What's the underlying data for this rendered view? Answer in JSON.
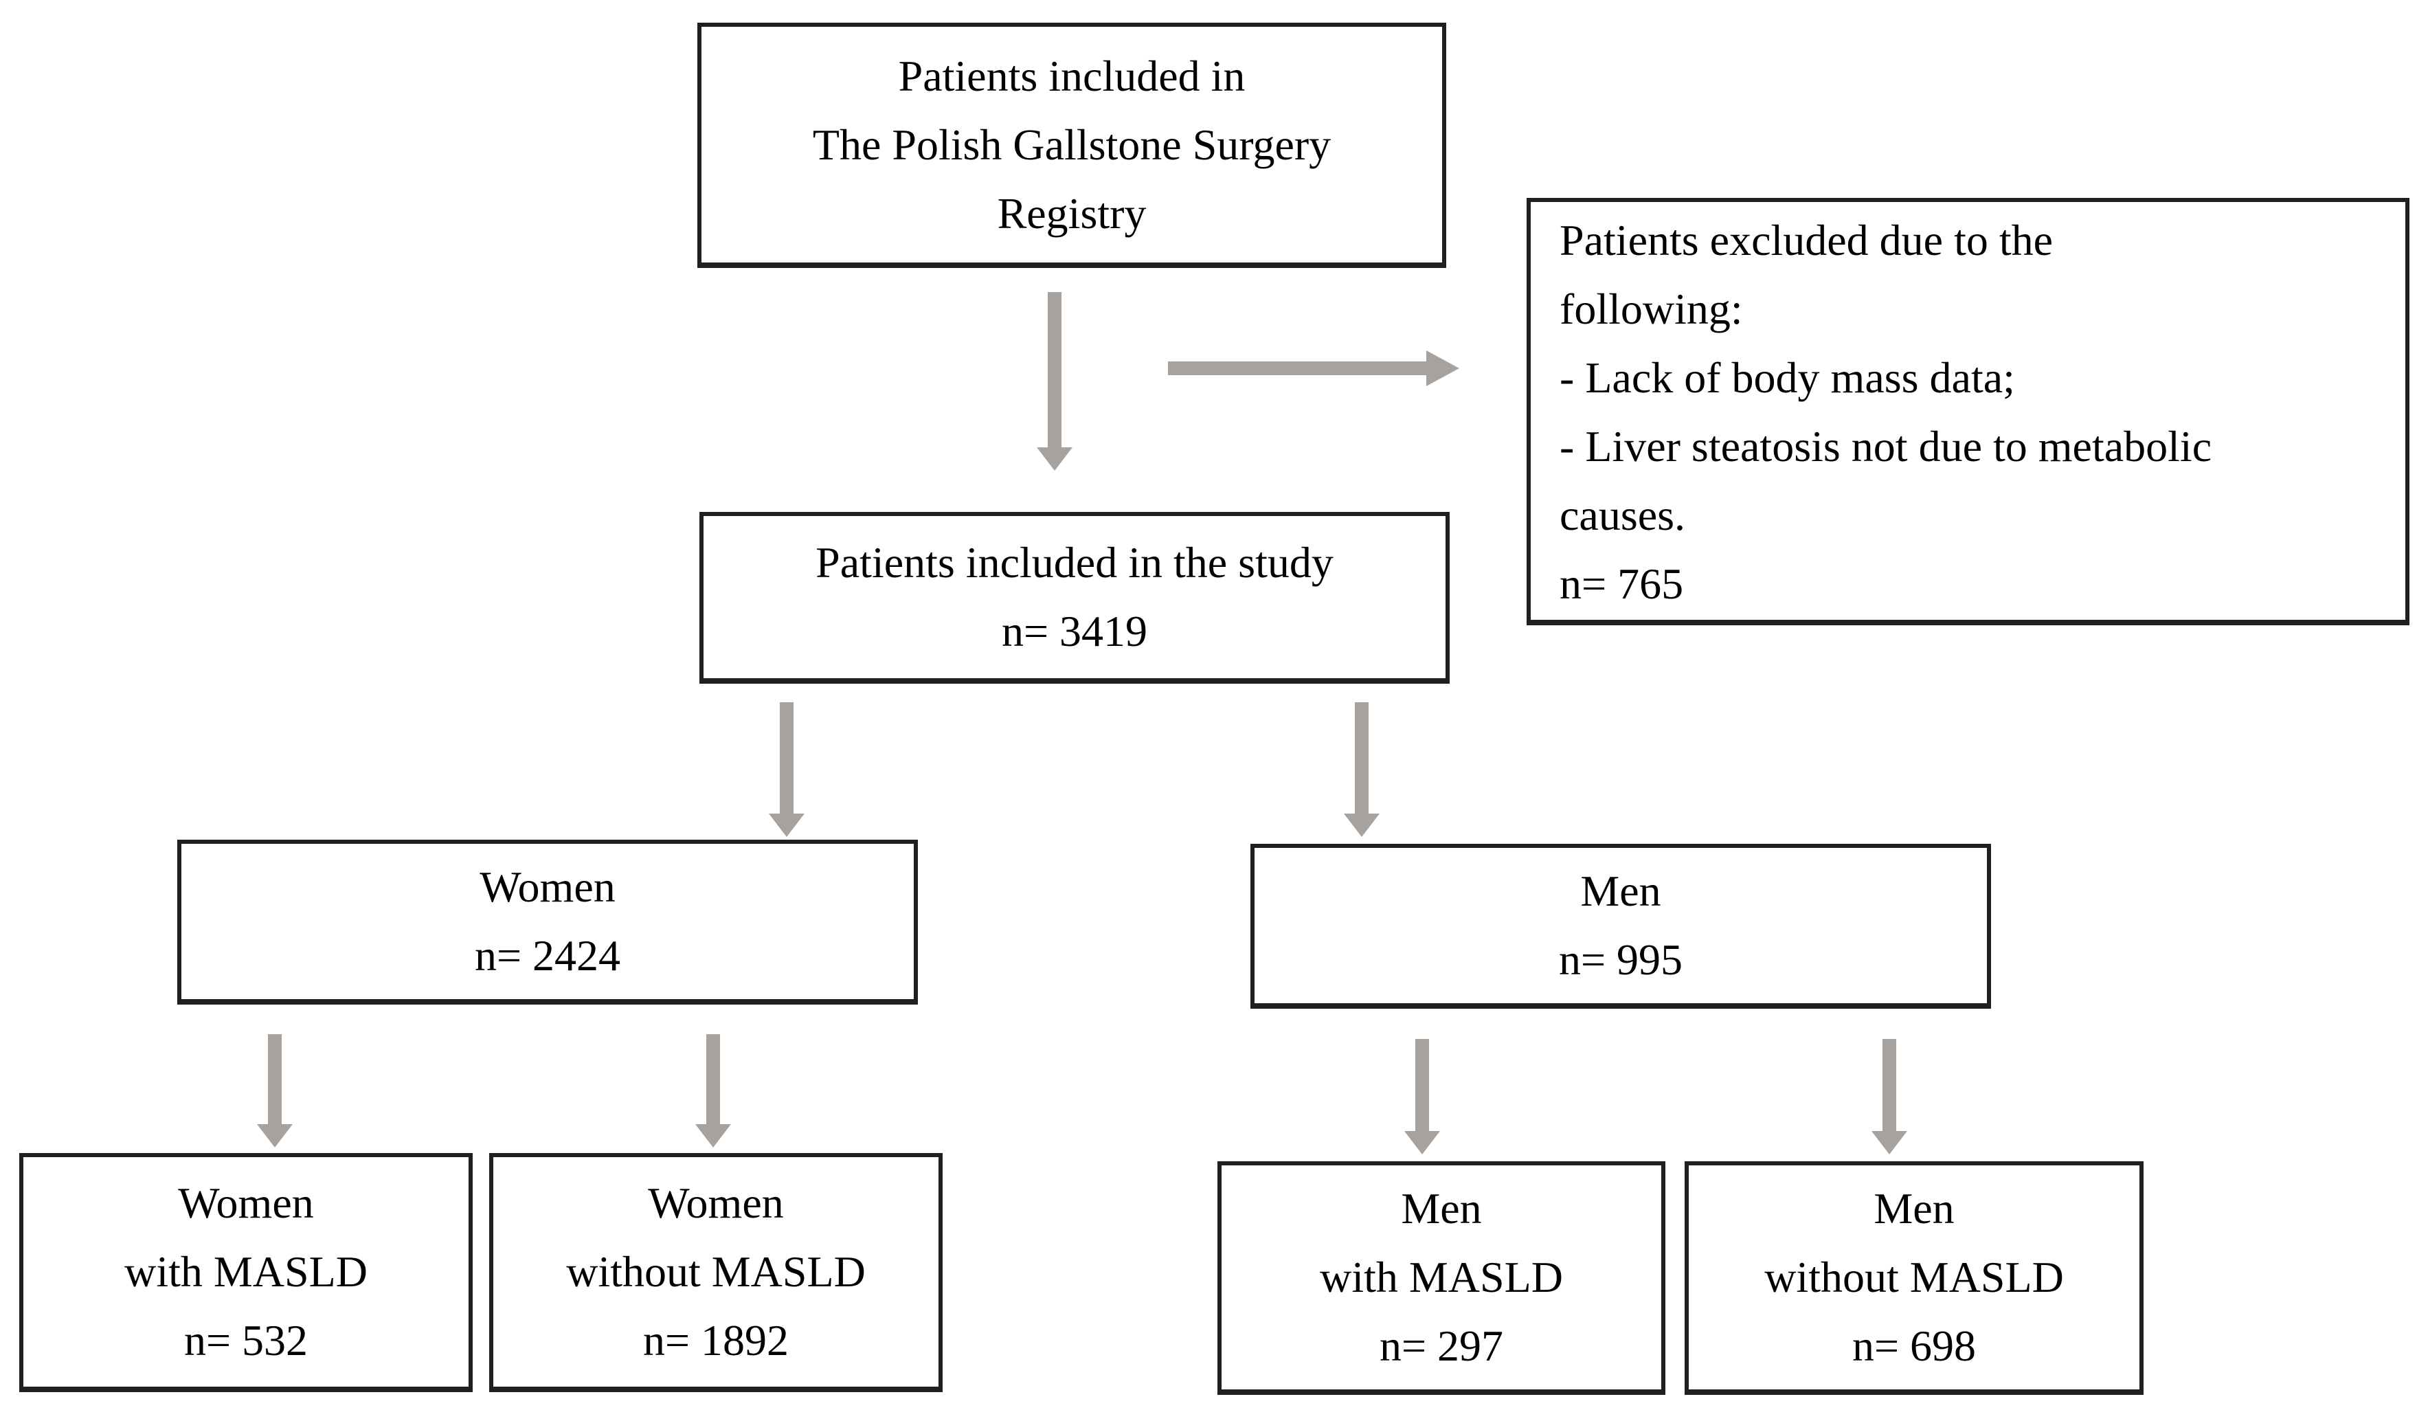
{
  "diagram": {
    "title": "Patient inclusion flowchart",
    "boxes": {
      "registry": {
        "lines": [
          "Patients included in",
          "The Polish Gallstone Surgery",
          "Registry"
        ]
      },
      "excluded": {
        "lines": [
          "Patients excluded due to the",
          "following:",
          "- Lack of body mass data;",
          "- Liver steatosis not due to metabolic",
          "causes.",
          "n= 765"
        ]
      },
      "study": {
        "lines": [
          "Patients included in the study",
          "n= 3419"
        ]
      },
      "women": {
        "lines": [
          "Women",
          "n= 2424"
        ]
      },
      "men": {
        "lines": [
          "Men",
          "n= 995"
        ]
      },
      "women_masld": {
        "lines": [
          "Women",
          "with MASLD",
          "n= 532"
        ]
      },
      "women_no_masld": {
        "lines": [
          "Women",
          "without MASLD",
          "n= 1892"
        ]
      },
      "men_masld": {
        "lines": [
          "Men",
          "with MASLD",
          "n= 297"
        ]
      },
      "men_no_masld": {
        "lines": [
          "Men",
          "without MASLD",
          "n= 698"
        ]
      }
    },
    "edges": [
      {
        "from": "registry",
        "to": "study"
      },
      {
        "from": "registry",
        "to": "excluded"
      },
      {
        "from": "study",
        "to": "women"
      },
      {
        "from": "study",
        "to": "men"
      },
      {
        "from": "women",
        "to": "women_masld"
      },
      {
        "from": "women",
        "to": "women_no_masld"
      },
      {
        "from": "men",
        "to": "men_masld"
      },
      {
        "from": "men",
        "to": "men_no_masld"
      }
    ],
    "colors": {
      "background": "#ffffff",
      "text": "#000000",
      "box_border": "#1f1f1f",
      "arrow": "#a7a29d"
    }
  }
}
